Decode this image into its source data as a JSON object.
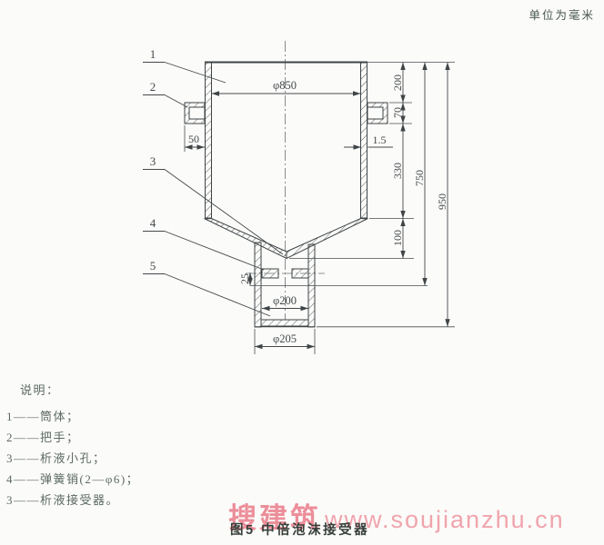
{
  "unit_note": "单位为毫米",
  "drawing": {
    "labels": {
      "l1": "1",
      "l2": "2",
      "l3": "3",
      "l4": "4",
      "l5": "5"
    },
    "dims": {
      "phi850": "φ850",
      "h200": "200",
      "h70": "70",
      "w50": "50",
      "t15": "1.5",
      "h330": "330",
      "h100": "100",
      "h750": "750",
      "h950": "950",
      "p25": "25",
      "phi200": "φ200",
      "phi205": "φ205"
    }
  },
  "legend": {
    "title": "说明：",
    "items": [
      "1——筒体；",
      "2——把手；",
      "3——析液小孔；",
      "4——弹簧销(2—φ6)；",
      "3——析液接受器。"
    ]
  },
  "caption": "图5 中倍泡沫接受器",
  "watermark": {
    "brand": "搜建筑",
    "url": "www.soujianzhu.cn"
  }
}
